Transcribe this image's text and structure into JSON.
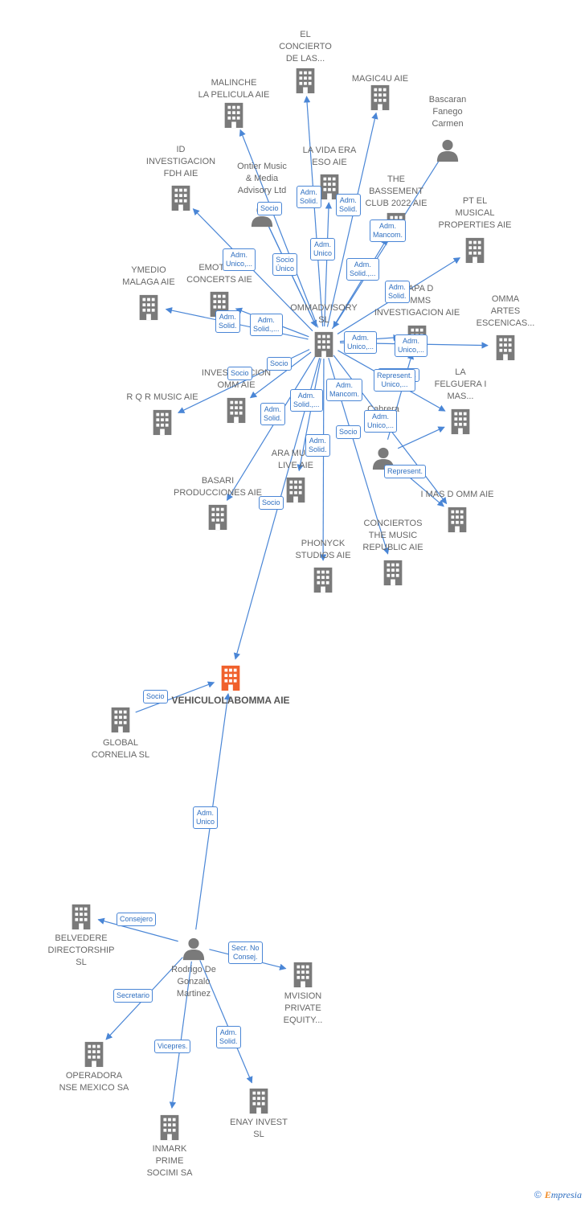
{
  "colors": {
    "edge": "#4a86d6",
    "node": "#7a7a7a",
    "focus": "#f0612d",
    "label": "#666666",
    "tag": "#2f6fc0"
  },
  "nodes": [
    {
      "id": "el_concierto",
      "label": "EL\nCONCIERTO\nDE LAS...",
      "type": "company"
    },
    {
      "id": "magic4u",
      "label": "MAGIC4U AIE",
      "type": "company"
    },
    {
      "id": "malinche",
      "label": "MALINCHE\nLA PELICULA AIE",
      "type": "company"
    },
    {
      "id": "bascaran",
      "label": "Bascaran\nFanego\nCarmen",
      "type": "person"
    },
    {
      "id": "id_investigacion",
      "label": "ID\nINVESTIGACION\nFDH  AIE",
      "type": "company"
    },
    {
      "id": "la_vida_era",
      "label": "LA VIDA ERA\nESO AIE",
      "type": "company"
    },
    {
      "id": "ontier",
      "label": "Ontier Music\n& Media\nAdvisory Ltd",
      "type": "person"
    },
    {
      "id": "bassement",
      "label": "THE\nBASSEMENT\nCLUB 2022 AIE",
      "type": "company"
    },
    {
      "id": "pt_el_musical",
      "label": "PT EL\nMUSICAL\nPROPERTIES AIE",
      "type": "company"
    },
    {
      "id": "ymedio",
      "label": "YMEDIO\nMALAGA AIE",
      "type": "company"
    },
    {
      "id": "emotion",
      "label": "EMOTION\nCONCERTS AIE",
      "type": "company"
    },
    {
      "id": "ommadvisory",
      "label": "OMMADVISORY\nSL",
      "type": "company"
    },
    {
      "id": "mapa_d",
      "label": "MAPA D\nOMMS\nINVESTIGACION AIE",
      "type": "company"
    },
    {
      "id": "omma_artes",
      "label": "OMMA\nARTES\nESCENICAS...",
      "type": "company"
    },
    {
      "id": "investigacion_omm",
      "label": "INVESTIGACION\nOMM AIE",
      "type": "company"
    },
    {
      "id": "rqr",
      "label": "R Q R MUSIC AIE",
      "type": "company"
    },
    {
      "id": "la_felguera",
      "label": "LA\nFELGUERA I\nMAS...",
      "type": "company"
    },
    {
      "id": "cabrera",
      "label": "Cabrera\n...",
      "type": "person"
    },
    {
      "id": "ara_music",
      "label": "ARA MUSIC\nLIVE AIE",
      "type": "company"
    },
    {
      "id": "basari",
      "label": "BASARI\nPRODUCCIONES AIE",
      "type": "company"
    },
    {
      "id": "imasd",
      "label": "I MAS D OMM AIE",
      "type": "company"
    },
    {
      "id": "conciertos",
      "label": "CONCIERTOS\nTHE MUSIC\nREPUBLIC AIE",
      "type": "company"
    },
    {
      "id": "phonyck",
      "label": "PHONYCK\nSTUDIOS AIE",
      "type": "company"
    },
    {
      "id": "vehiculo",
      "label": "VEHICULOLABOMMA AIE",
      "type": "focus"
    },
    {
      "id": "global_cornelia",
      "label": "GLOBAL\nCORNELIA  SL",
      "type": "company"
    },
    {
      "id": "belvedere",
      "label": "BELVEDERE\nDIRECTORSHIP\nSL",
      "type": "company"
    },
    {
      "id": "rodrigo",
      "label": "Rodrigo De\nGonzalo\nMartinez",
      "type": "person"
    },
    {
      "id": "mvision",
      "label": "MVISION\nPRIVATE\nEQUITY...",
      "type": "company"
    },
    {
      "id": "operadora",
      "label": "OPERADORA\nNSE MEXICO SA",
      "type": "company"
    },
    {
      "id": "enay",
      "label": "ENAY INVEST\nSL",
      "type": "company"
    },
    {
      "id": "inmark",
      "label": "INMARK\nPRIME\nSOCIMI SA",
      "type": "company"
    }
  ],
  "edges": [
    {
      "from": "ommadvisory",
      "to": "el_concierto",
      "label": ""
    },
    {
      "from": "ommadvisory",
      "to": "magic4u",
      "label": ""
    },
    {
      "from": "ommadvisory",
      "to": "malinche",
      "label": ""
    },
    {
      "from": "bascaran",
      "to": "ommadvisory",
      "label": ""
    },
    {
      "from": "ommadvisory",
      "to": "id_investigacion",
      "label": "Adm.\nUnico,..."
    },
    {
      "from": "ommadvisory",
      "to": "la_vida_era",
      "label": "Adm.\nSolid."
    },
    {
      "from": "ontier",
      "to": "ommadvisory",
      "label": "Socio"
    },
    {
      "from": "ontier",
      "to": "ommadvisory",
      "label": "Socio\nÚnico"
    },
    {
      "from": "ommadvisory",
      "to": "bassement",
      "label": "Adm.\nMancom."
    },
    {
      "from": "ommadvisory",
      "to": "pt_el_musical",
      "label": "Adm.\nSolid."
    },
    {
      "from": "ommadvisory",
      "to": "ymedio",
      "label": "Adm.\nSolid."
    },
    {
      "from": "ommadvisory",
      "to": "emotion",
      "label": "Adm.\nSolid.,..."
    },
    {
      "from": "ommadvisory",
      "to": "mapa_d",
      "label": "Adm.\nSolid.,..."
    },
    {
      "from": "ommadvisory",
      "to": "omma_artes",
      "label": "Adm.\nUnico,..."
    },
    {
      "from": "ommadvisory",
      "to": "investigacion_omm",
      "label": "Socio"
    },
    {
      "from": "ommadvisory",
      "to": "rqr",
      "label": "Socio"
    },
    {
      "from": "ommadvisory",
      "to": "la_felguera",
      "label": "Adm.\nUnico,..."
    },
    {
      "from": "ommadvisory",
      "to": "ara_music",
      "label": "Adm.\nSolid.,..."
    },
    {
      "from": "ommadvisory",
      "to": "basari",
      "label": "Adm.\nSolid."
    },
    {
      "from": "ommadvisory",
      "to": "imasd",
      "label": "Adm.\nMancom."
    },
    {
      "from": "ommadvisory",
      "to": "conciertos",
      "label": "Socio"
    },
    {
      "from": "ommadvisory",
      "to": "phonyck",
      "label": "Adm.\nSolid."
    },
    {
      "from": "ommadvisory",
      "to": "vehiculo",
      "label": "Socio"
    },
    {
      "from": "cabrera",
      "to": "la_felguera",
      "label": "Represent."
    },
    {
      "from": "cabrera",
      "to": "imasd",
      "label": "Represent."
    },
    {
      "from": "cabrera",
      "to": "mapa_d",
      "label": "Represent.\nUnico,..."
    },
    {
      "from": "global_cornelia",
      "to": "vehiculo",
      "label": "Socio"
    },
    {
      "from": "rodrigo",
      "to": "vehiculo",
      "label": "Adm.\nUnico"
    },
    {
      "from": "rodrigo",
      "to": "belvedere",
      "label": "Consejero"
    },
    {
      "from": "rodrigo",
      "to": "mvision",
      "label": "Secr.  No\nConsej."
    },
    {
      "from": "rodrigo",
      "to": "operadora",
      "label": "Secretario"
    },
    {
      "from": "rodrigo",
      "to": "inmark",
      "label": "Vicepres."
    },
    {
      "from": "rodrigo",
      "to": "enay",
      "label": "Adm.\nSolid."
    }
  ],
  "extra_tags": [
    "Adm.\nSolid.",
    "Adm.\nUnico",
    "Adm.\nUnico,..."
  ],
  "footer": {
    "copyright": "©",
    "brand": "mpresia",
    "brand_initial": "E"
  }
}
